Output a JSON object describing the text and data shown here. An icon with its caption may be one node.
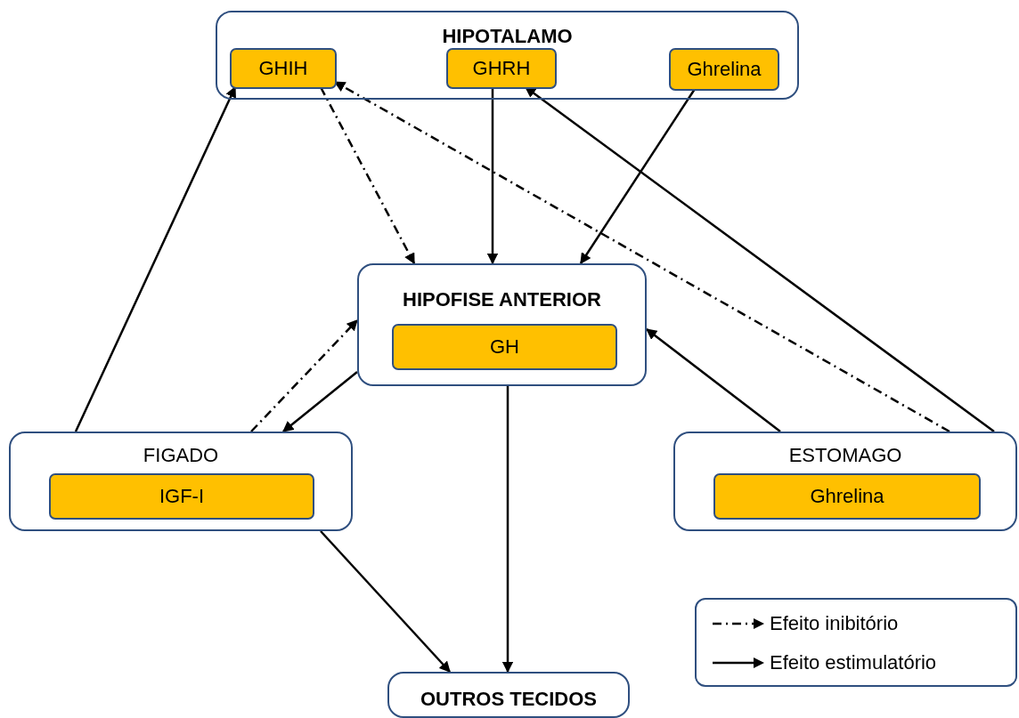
{
  "diagram": {
    "nodes": [
      {
        "text": [
          "HIPOTALAMO"
        ]
      },
      {
        "text": [
          "GHIH"
        ],
        "in": 0
      },
      {
        "text": [
          "GHRH"
        ],
        "in": 0
      },
      {
        "text": [
          "Ghrelina"
        ],
        "in": 0
      },
      {
        "text": [
          "HIPOFISE ANTERIOR"
        ]
      },
      {
        "text": [
          "GH"
        ],
        "in": 4
      },
      {
        "text": [
          "FIGADO"
        ]
      },
      {
        "text": [
          "IGF-I"
        ],
        "in": 6
      },
      {
        "text": [
          "ESTOMAGO"
        ]
      },
      {
        "text": [
          "Ghrelina"
        ],
        "in": 8
      },
      {
        "text": [
          "OUTROS TECIDOS"
        ]
      }
    ],
    "edges": [
      {
        "from": 1,
        "to": 4,
        "arrow": "to",
        "style": "dashed"
      },
      {
        "from": 2,
        "to": 4,
        "arrow": "to"
      },
      {
        "from": 3,
        "to": 4,
        "arrow": "to"
      },
      {
        "from": 6,
        "to": 1,
        "arrow": "to"
      },
      {
        "from": 6,
        "to": 4,
        "arrow": "to",
        "style": "dashed"
      },
      {
        "from": 4,
        "to": 6,
        "arrow": "to"
      },
      {
        "from": 8,
        "to": 4,
        "arrow": "to"
      },
      {
        "from": 8,
        "to": 1,
        "arrow": "to",
        "style": "dashed"
      },
      {
        "from": 8,
        "to": 2,
        "arrow": "to"
      },
      {
        "from": 4,
        "to": 10,
        "arrow": "to"
      },
      {
        "from": 6,
        "to": 10,
        "arrow": "to"
      }
    ],
    "legend": [
      {
        "text": "Efeito inibitório"
      },
      {
        "text": "Efeito estimulatório"
      }
    ]
  }
}
